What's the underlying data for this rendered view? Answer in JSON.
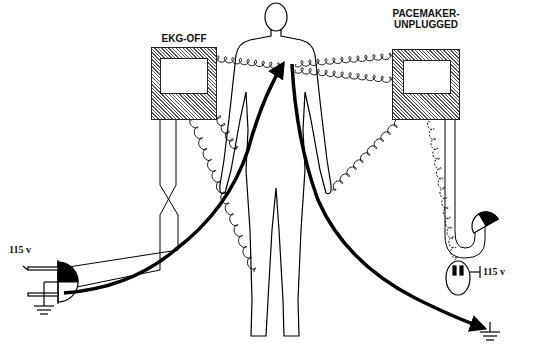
{
  "diagram": {
    "nodes": [
      {
        "text": [
          "EKG-OFF"
        ]
      },
      {
        "text": [
          "PACEMAKER- UNPLUGGED"
        ]
      }
    ],
    "labels": [
      "115 v",
      "115 v"
    ]
  }
}
